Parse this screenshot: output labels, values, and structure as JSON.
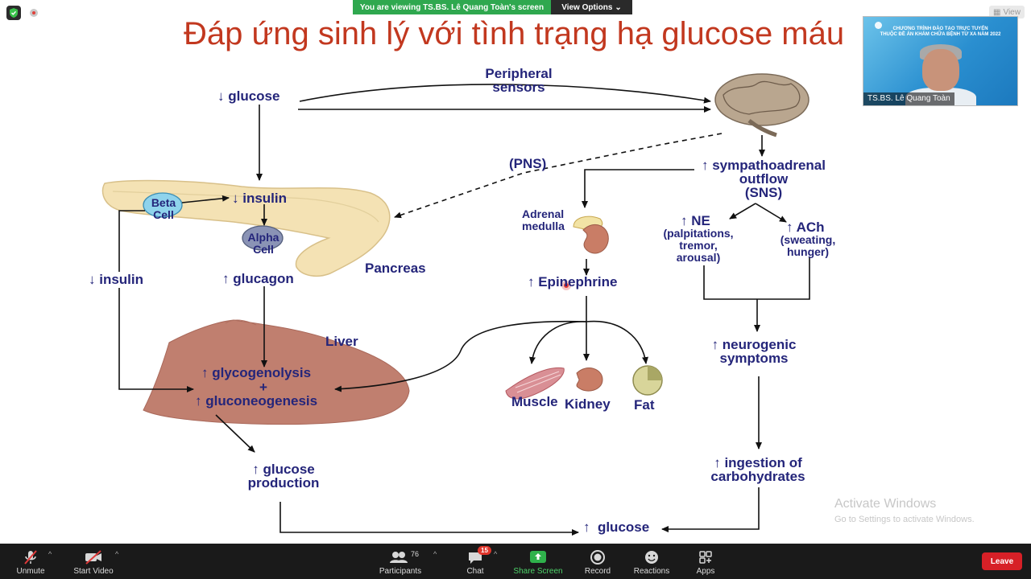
{
  "banner": {
    "viewing_text": "You are viewing TS.BS. Lê Quang Toàn's screen",
    "view_options": "View Options",
    "view_button": "View"
  },
  "slide": {
    "title": "Đáp ứng sinh lý với tình trạng hạ glucose máu",
    "labels": {
      "glucose_down": "↓ glucose",
      "peripheral_sensors": "Peripheral\nsensors",
      "pns": "(PNS)",
      "sympathoadrenal": "↑ sympathoadrenal\noutflow\n(SNS)",
      "beta_cell": "Beta\nCell",
      "insulin_down_top": "↓ insulin",
      "alpha_cell": "Alpha\nCell",
      "pancreas": "Pancreas",
      "insulin_down_left": "↓ insulin",
      "glucagon_up": "↑ glucagon",
      "adrenal_medulla": "Adrenal\nmedulla",
      "epinephrine": "↑ Epinephrine",
      "ne": "↑ NE",
      "ne_detail": "(palpitations,\ntremor,\narousal)",
      "ach": "↑ ACh",
      "ach_detail": "(sweating,\nhunger)",
      "liver": "Liver",
      "glycogenolysis": "↑ glycogenolysis",
      "plus": "+",
      "gluconeogenesis": "↑ gluconeogenesis",
      "neurogenic": "↑ neurogenic\nsymptoms",
      "muscle": "Muscle",
      "kidney": "Kidney",
      "fat": "Fat",
      "glucose_production": "↑ glucose\nproduction",
      "ingestion": "↑ ingestion of\ncarbohydrates",
      "glucose_up": "↑  glucose"
    }
  },
  "video": {
    "presenter_name": "TS.BS. Lê Quang Toàn",
    "caption": "CHƯƠNG TRÌNH ĐÀO TẠO TRỰC TUYẾN\nTHUỘC ĐỀ ÁN KHÁM CHỮA BỆNH TỪ XA NĂM 2022"
  },
  "watermark": {
    "title": "Activate Windows",
    "subtitle": "Go to Settings to activate Windows."
  },
  "toolbar": {
    "unmute": "Unmute",
    "start_video": "Start Video",
    "participants": "Participants",
    "participants_count": "76",
    "chat": "Chat",
    "chat_badge": "15",
    "share_screen": "Share Screen",
    "record": "Record",
    "reactions": "Reactions",
    "apps": "Apps",
    "leave": "Leave"
  },
  "colors": {
    "title_red": "#c2381f",
    "label_navy": "#24257a",
    "share_green": "#2fa84f",
    "leave_red": "#d72027",
    "toolbar_bg": "#1a1a1a"
  }
}
